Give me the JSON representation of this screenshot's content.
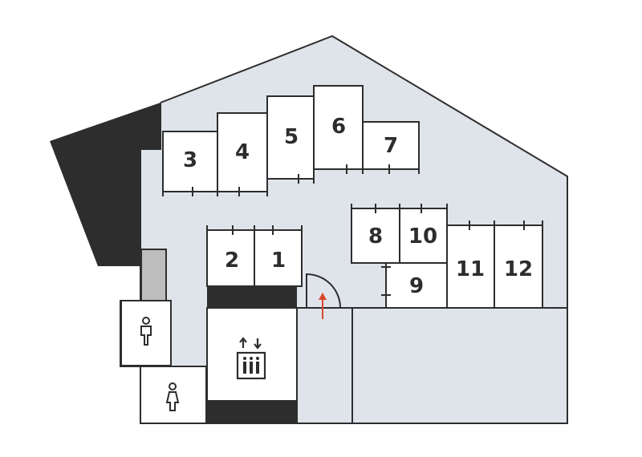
{
  "map": {
    "rooms": [
      {
        "id": "1",
        "label": "1"
      },
      {
        "id": "2",
        "label": "2"
      },
      {
        "id": "3",
        "label": "3"
      },
      {
        "id": "4",
        "label": "4"
      },
      {
        "id": "5",
        "label": "5"
      },
      {
        "id": "6",
        "label": "6"
      },
      {
        "id": "7",
        "label": "7"
      },
      {
        "id": "8",
        "label": "8"
      },
      {
        "id": "9",
        "label": "9"
      },
      {
        "id": "10",
        "label": "10"
      },
      {
        "id": "11",
        "label": "11"
      },
      {
        "id": "12",
        "label": "12"
      }
    ],
    "icons": {
      "elevator": "elevator-icon",
      "restroom_male": "male-restroom-icon",
      "restroom_female": "female-restroom-icon",
      "entrance_arrow": "entrance-arrow-icon"
    },
    "colors": {
      "floor": "#dfe4ea",
      "wall": "#2d2d2d",
      "room": "#ffffff",
      "stair": "#bdbdbd",
      "arrow": "#d9472b"
    }
  }
}
